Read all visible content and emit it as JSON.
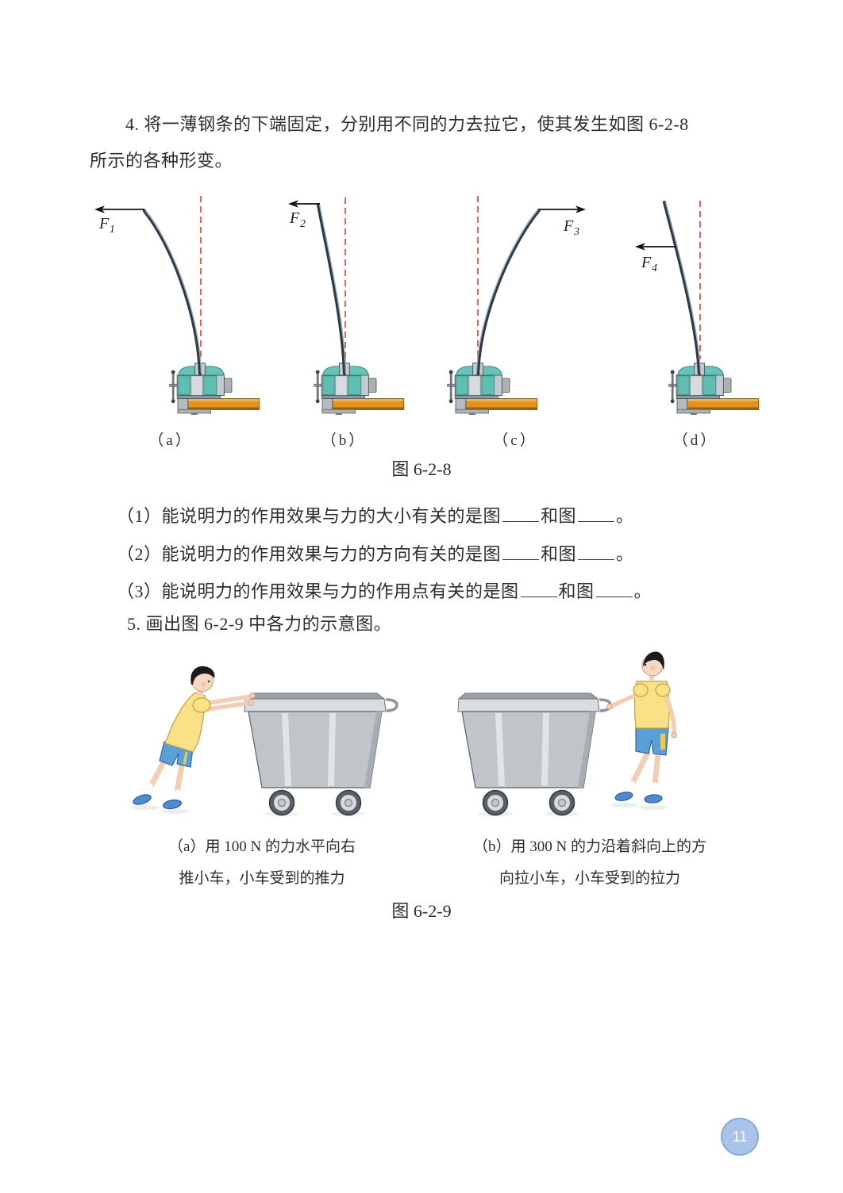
{
  "page": {
    "number": "11"
  },
  "question4": {
    "line1": "4. 将一薄钢条的下端固定，分别用不同的力去拉它，使其发生如图 6-2-8",
    "line2": "所示的各种形变。"
  },
  "figure628": {
    "caption": "图 6-2-8",
    "panels": [
      {
        "label": "（a）",
        "force": "F",
        "force_sub": "1"
      },
      {
        "label": "（b）",
        "force": "F",
        "force_sub": "2"
      },
      {
        "label": "（c）",
        "force": "F",
        "force_sub": "3"
      },
      {
        "label": "（d）",
        "force": "F",
        "force_sub": "4"
      }
    ]
  },
  "subquestions": [
    {
      "pre": "（1）能说明力的作用效果与力的大小有关的是图",
      "mid": "和图",
      "end": "。"
    },
    {
      "pre": "（2）能说明力的作用效果与力的方向有关的是图",
      "mid": "和图",
      "end": "。"
    },
    {
      "pre": "（3）能说明力的作用效果与力的作用点有关的是图",
      "mid": "和图",
      "end": "。"
    }
  ],
  "question5": "5. 画出图 6-2-9 中各力的示意图。",
  "figure629": {
    "caption": "图 6-2-9",
    "items": [
      {
        "line1": "（a）用 100 N 的力水平向右",
        "line2": "推小车，小车受到的推力"
      },
      {
        "line1": "（b）用 300 N 的力沿着斜向上的方",
        "line2": "向拉小车，小车受到的拉力"
      }
    ]
  },
  "colors": {
    "dashed_reference_line": "#e63b2e",
    "vise_jaw_teal": "#67c3b7",
    "wood_board": "#e2921f",
    "shirt_yellow": "#f8e187",
    "shorts_blue": "#5b9fd8",
    "page_badge_blue": "#aac3e8"
  }
}
